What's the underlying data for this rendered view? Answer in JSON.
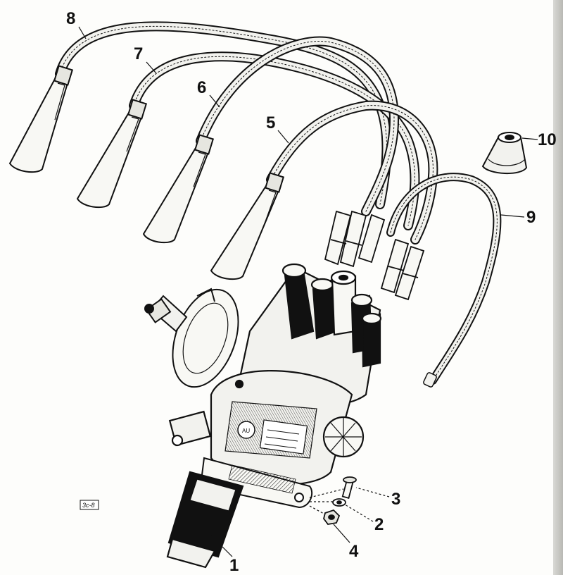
{
  "colors": {
    "ink": "#111111",
    "paper": "#fdfdfb",
    "cable_fill": "#f2f2ee"
  },
  "callouts": [
    {
      "id": "1",
      "label": "1"
    },
    {
      "id": "2",
      "label": "2"
    },
    {
      "id": "3",
      "label": "3"
    },
    {
      "id": "4",
      "label": "4"
    },
    {
      "id": "5",
      "label": "5"
    },
    {
      "id": "6",
      "label": "6"
    },
    {
      "id": "7",
      "label": "7"
    },
    {
      "id": "8",
      "label": "8"
    },
    {
      "id": "9",
      "label": "9"
    },
    {
      "id": "10",
      "label": "10"
    }
  ],
  "figure_code": "3c-8"
}
